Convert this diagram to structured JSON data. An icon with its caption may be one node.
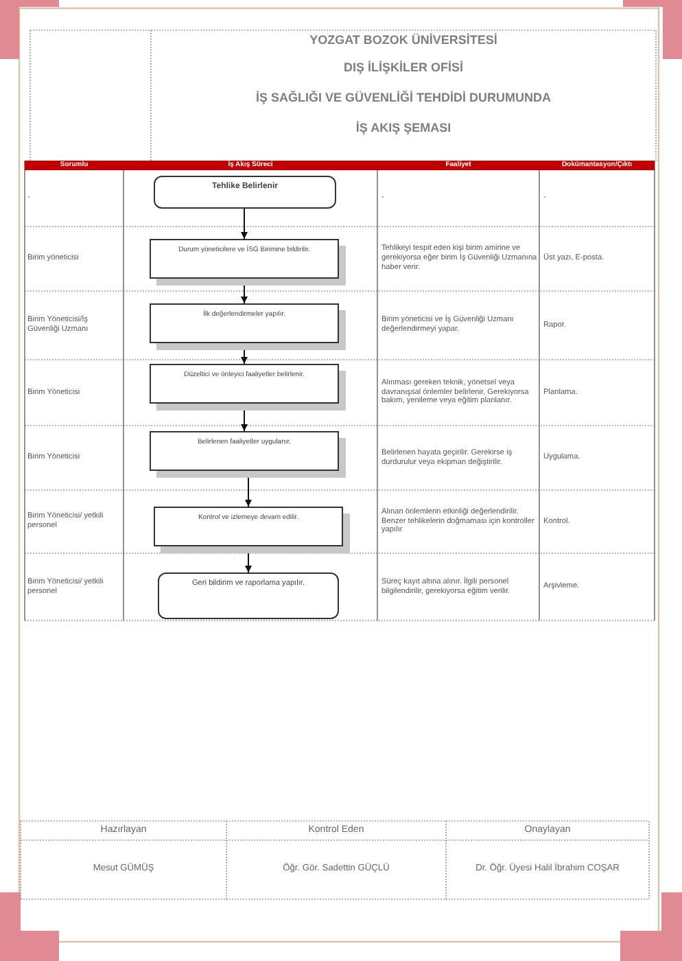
{
  "diagram": {
    "nodes": [
      {
        "text": [
          "Tehlike Belirlenir"
        ]
      },
      {
        "text": [
          "Durum yöneticilere ve İSG Birimine bildirilir."
        ]
      },
      {
        "text": [
          "İlk değerlendirmeler yapılır."
        ]
      },
      {
        "text": [
          "Düzeltici ve önleyici faaliyetler belirlenir."
        ]
      },
      {
        "text": [
          "Belirlenen faaliyetler uygulanır."
        ]
      },
      {
        "text": [
          "Kontrol ve izlemeye devam edilir."
        ]
      },
      {
        "text": [
          "Geri bildirim ve raporlama yapılır."
        ]
      }
    ],
    "edges": [
      {
        "from": 0,
        "to": 1,
        "arrow": "to"
      },
      {
        "from": 1,
        "to": 2,
        "arrow": "to"
      },
      {
        "from": 2,
        "to": 3,
        "arrow": "to"
      },
      {
        "from": 3,
        "to": 4,
        "arrow": "to"
      },
      {
        "from": 4,
        "to": 5,
        "arrow": "to"
      },
      {
        "from": 5,
        "to": 6,
        "arrow": "to"
      }
    ],
    "labels": [
      "YOZGAT BOZOK ÜNİVERSİTESİ",
      "DIŞ İLİŞKİLER OFİSİ",
      "İŞ SAĞLIĞI VE GÜVENLİĞİ TEHDİDİ DURUMUNDA",
      "İŞ AKIŞ ŞEMASI",
      "Sorumlu",
      "İş Akış Süreci",
      "Faaliyet",
      "Dokümantasyon/Çıktı",
      "-",
      "-",
      "-",
      "Birim yöneticisi",
      "Tehlikeyi tespit eden kişi birim amirine ve gerekiyorsa eğer birim İş Güvenliği Uzmanına haber verir.",
      "Üst yazı, E-posta.",
      "Birim Yöneticisi/İş Güvenliği Uzmanı",
      "Birim yöneticisi ve İş Güvenliği Uzmanı değerlendirmeyi yapar.",
      "Rapor.",
      "Birim Yöneticisi",
      "Alınması gereken teknik, yönetsel veya davranışsal önlemler belirlenir. Gerekiyorsa bakım, yenileme veya eğitim planlanır.",
      "Planlama.",
      "Birim Yöneticisi",
      "Belirlenen hayata geçirilir. Gerekirse iş durdurulur veya ekipman değiştirilir.",
      "Uygulama.",
      "Birim Yöneticisi/ yetkili personel",
      "Alınan önlemlerin etkinliği değerlendirilir. Benzer tehlikelerin doğmaması için kontroller yapılır",
      "Kontrol.",
      "Birim Yöneticisi/ yetkili personel",
      "Süreç kayıt altına alınır. İlgili personel bilgilendirilir, gerekiyorsa eğitim verilir.",
      "Arşivleme.",
      "Hazırlayan",
      "Kontrol Eden",
      "Onaylayan",
      "Mesut GÜMÜŞ",
      "Öğr. Gör. Sadettin GÜÇLÜ",
      "Dr. Öğr. Üyesi Halil İbrahim COŞAR"
    ]
  }
}
